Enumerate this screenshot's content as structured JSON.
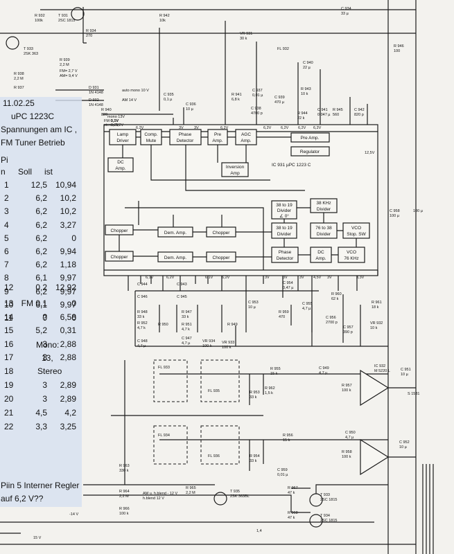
{
  "notes": {
    "date": "11.02.25",
    "chip": "uPC 1223C",
    "title_line1": "Spannungen am IC ,",
    "title_line2": "FM Tuner Betrieb",
    "hdr_pin_a": "Pi",
    "hdr_pin_b": "n",
    "hdr_soll": "Soll",
    "hdr_ist": "ist",
    "rows": [
      {
        "pin": "1",
        "soll": "12,5",
        "ist": "10,94"
      },
      {
        "pin": "2",
        "soll": "6,2",
        "ist": "10,2"
      },
      {
        "pin": "3",
        "soll": "6,2",
        "ist": "10,2"
      },
      {
        "pin": "4",
        "soll": "6,2",
        "ist": "3,27"
      },
      {
        "pin": "5",
        "soll": "6,2",
        "ist": "0"
      },
      {
        "pin": "6",
        "soll": "6,2",
        "ist": "9,94"
      },
      {
        "pin": "7",
        "soll": "6,2",
        "ist": "1,18"
      },
      {
        "pin": "8",
        "soll": "6,1",
        "ist": "9,97"
      },
      {
        "pin": "9",
        "soll": "6,2",
        "ist": "9,97"
      },
      {
        "pin": "10",
        "soll": "6,1",
        "ist": "9,97"
      },
      {
        "pin": "11",
        "soll": "0",
        "ist": "0"
      }
    ],
    "mono_a": "Mono:",
    "mono_b": "13,",
    "mono_c": "Stereo",
    "rows2": [
      {
        "pin": "12",
        "soll": "0,2",
        "ist": "12,92"
      },
      {
        "pin": "13",
        "soll": "FM 0,1",
        "ist": "0"
      },
      {
        "pin": "14",
        "soll": "?",
        "ist": "6,58"
      },
      {
        "pin": "15",
        "soll": "5,2",
        "ist": "0,31"
      },
      {
        "pin": "16",
        "soll": "3",
        "ist": "2,88"
      },
      {
        "pin": "17",
        "soll": "3",
        "ist": "2,88"
      },
      {
        "pin": "18",
        "soll": "",
        "ist": ""
      },
      {
        "pin": "19",
        "soll": "3",
        "ist": "2,89"
      },
      {
        "pin": "20",
        "soll": "3",
        "ist": "2,89"
      },
      {
        "pin": "21",
        "soll": "4,5",
        "ist": "4,2"
      },
      {
        "pin": "22",
        "soll": "3,3",
        "ist": "3,25"
      }
    ],
    "question_line1": "Piin 5 Interner Regler",
    "question_line2": "auf 6,2 V??"
  },
  "schematic": {
    "ic_label": "IC 931  µPC 1223 C",
    "blocks": {
      "lamp_driver": [
        "Lamp",
        "Driver"
      ],
      "comp_mute": [
        "Comp.",
        "Mute"
      ],
      "phase_detector": [
        "Phase",
        "Detector"
      ],
      "pre_amp_1": [
        "Pre",
        "Amp."
      ],
      "agc_amp": [
        "AGC",
        "Amp."
      ],
      "pre_amp_2": [
        "Pre Amp."
      ],
      "regulator": [
        "Regulator"
      ],
      "dc_amp_1": [
        "DC",
        "Amp."
      ],
      "inversion_amp": [
        "Inversion",
        "Amp"
      ],
      "chopper_1": [
        "Chopper"
      ],
      "chopper_2": [
        "Chopper"
      ],
      "chopper_3": [
        "Chopper"
      ],
      "chopper_4": [
        "Chopper"
      ],
      "dem_amp_1": [
        "Dem. Amp."
      ],
      "dem_amp_2": [
        "Dem. Amp."
      ],
      "divider_38_19": [
        "38 to 19",
        "Divider",
        "∠ 0°"
      ],
      "divider_38_khz": [
        "38 KHz",
        "Divider"
      ],
      "divider_38_19b": [
        "38 to 19",
        "Divider"
      ],
      "divider_76_38": [
        "76 to 38",
        "Divider"
      ],
      "vco_stop": [
        "VCO",
        "Stop. SW"
      ],
      "phase_detector_2": [
        "Phase",
        "Detector"
      ],
      "dc_amp_2": [
        "DC",
        "Amp."
      ],
      "vco_76": [
        "VCO",
        "76 KHz"
      ]
    },
    "parts": [
      "R 932",
      "100k",
      "T 931",
      "2SC 1815",
      "R 934",
      "270",
      "R 942",
      "10k",
      "C 934",
      "33 µ",
      "T 933",
      "2SK 363",
      "R 939",
      "2,2 M",
      "FM= 2,7 V",
      "AM= 9,4 V",
      "R 938",
      "2,2 M",
      "R 937",
      "VR 931",
      "30 k",
      "FL 932",
      "R 946",
      "100",
      "C 940",
      "22 µ",
      "D 931",
      "1N 4148",
      "auto mono 10 V",
      "D 932",
      "1N 4148",
      "AM 14 V",
      "C 935",
      "0,1 µ",
      "C 936",
      "10 µ",
      "R 941",
      "6,8 k",
      "C 937",
      "0,01 µ",
      "C 938",
      "4700 p",
      "C 939",
      "470 µ",
      "R 943",
      "10 k",
      "R 940",
      "820",
      "R 944",
      "22 k",
      "C 941",
      "0,047 µ",
      "R 945",
      "560",
      "C 942",
      "820 p",
      "C 958",
      "100 µ",
      "C 944",
      "C 946",
      "C 943",
      "C 945",
      "R 948",
      "33 k",
      "R 950",
      "R 951",
      "4,7 k",
      "R 947",
      "33 k",
      "R 949",
      "R 952",
      "4,7 k",
      "C 948",
      "4,7 µ",
      "C 947",
      "4,7 µ",
      "VR 934",
      "100 k",
      "VR 933",
      "100 k",
      "C 953",
      "10 µ",
      "R 959",
      "470",
      "C 954",
      "0,47 µ",
      "C 955",
      "4,7 µ",
      "C 956",
      "2700 p",
      "R 960",
      "62 k",
      "C 957",
      "390 p",
      "R 961",
      "18 k",
      "VR 932",
      "10 k",
      "FL 933",
      "FL 935",
      "R 953",
      "33 k",
      "R 962",
      "1,5 k",
      "R 955",
      "15 k",
      "C 949",
      "4,7 µ",
      "R 957",
      "100 k",
      "IC 932",
      "M 5220 L",
      "C 951",
      "10 µ",
      "S 1531",
      "FL 934",
      "FL 936",
      "R 954",
      "33 k",
      "R 956",
      "15 k",
      "C 950",
      "4,7 µ",
      "R 958",
      "100 k",
      "C 952",
      "10 µ",
      "C 959",
      "0,01 µ",
      "R 963",
      "330 k",
      "R 964",
      "2,2 M",
      "R 966",
      "100 k",
      "AM u. h.blend - 12 V",
      "h.blend  12 V",
      "R 965",
      "2,2 M",
      "T 935",
      "2SK 363BL",
      "R 967",
      "47 k",
      "T 933",
      "2SC 1815",
      "R 968",
      "47 k",
      "T 934",
      "2SC 1815",
      "-14 V",
      "15 V",
      "1,4",
      "100 µ"
    ],
    "voltages": [
      "6,2V",
      "6,2V",
      "6,2V",
      "6,2V",
      "6,2V",
      "6,2V",
      "3V",
      "3V",
      "3V",
      "3V",
      "3V",
      "3V",
      "4,5V",
      "3,3V",
      "12,5V",
      "6,1V",
      "6,1V",
      "6,2V",
      "6,2V",
      "0,2V",
      "0,1V",
      "FM 0,1V",
      "stereo 0,2V",
      "mono 13V"
    ]
  }
}
